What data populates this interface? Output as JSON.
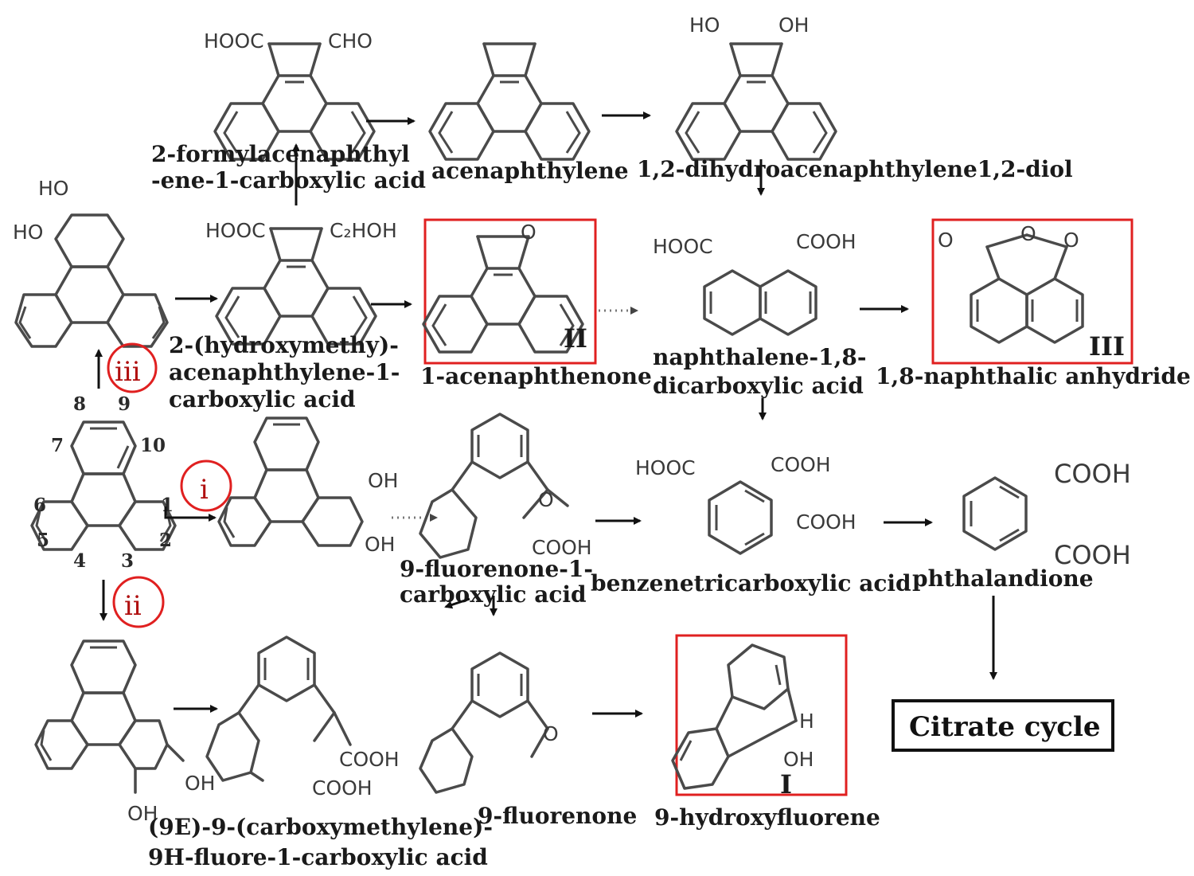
{
  "compounds": {
    "formylacenaphthylene": {
      "line1": "2-formylacenaphthyl",
      "line2": "-ene-1-carboxylic acid"
    },
    "acenaphthylene": {
      "line1": "acenaphthylene"
    },
    "dihydroacenaphthylene_diol": {
      "line1": "1,2-dihydroacenaphthylene1,2-diol"
    },
    "hydroxymethyl_acid": {
      "line1": "2-(hydroxymethy)-",
      "line2": "acenaphthylene-1-",
      "line3": "carboxylic acid"
    },
    "acenaphthenone": {
      "line1": "1-acenaphthenone"
    },
    "naphthalene_dicarboxylic": {
      "line1": "naphthalene-1,8-",
      "line2": "dicarboxylic acid"
    },
    "naphthalic_anhydride": {
      "line1": "1,8-naphthalic anhydride"
    },
    "fluorenone_carboxylic": {
      "line1": "9-fluorenone-1-",
      "line2": "carboxylic acid"
    },
    "benzenetricarboxylic": {
      "line1": "benzenetricarboxylic acid"
    },
    "phthalandione": {
      "line1": "phthalandione"
    },
    "carboxymethylene": {
      "line1": "(9E)-9-(carboxymethylene)-",
      "line2": "9H-fluore-1-carboxylic acid"
    },
    "fluorenone": {
      "line1": "9-fluorenone"
    },
    "hydroxyfluorene": {
      "line1": "9-hydroxyfluorene"
    }
  },
  "groups": {
    "hooc": "HOOC",
    "cooh": "COOH",
    "cho": "CHO",
    "ho": "HO",
    "oh": "OH",
    "c2hoh": "C₂HOH",
    "o": "O",
    "h": "H"
  },
  "atom_numbers": [
    "8",
    "9",
    "7",
    "10",
    "6",
    "1",
    "5",
    "2",
    "4",
    "3"
  ],
  "pathway_markers": {
    "i": "i",
    "ii": "ii",
    "iii": "iii"
  },
  "box_labels": {
    "I": "I",
    "II": "II",
    "III": "III"
  },
  "end_node": "Citrate cycle"
}
